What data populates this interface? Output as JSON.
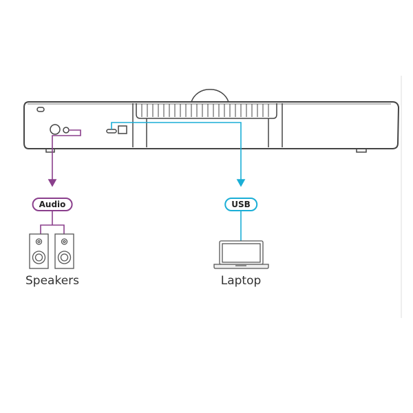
{
  "device": {
    "name": ""
  },
  "connections": [
    {
      "label": "Audio",
      "color": "#8a3f8c",
      "target": "Speakers",
      "target_icon": "speaker-icon"
    },
    {
      "label": "USB",
      "color": "#1aaed6",
      "target": "Laptop",
      "target_icon": "laptop-icon"
    }
  ]
}
